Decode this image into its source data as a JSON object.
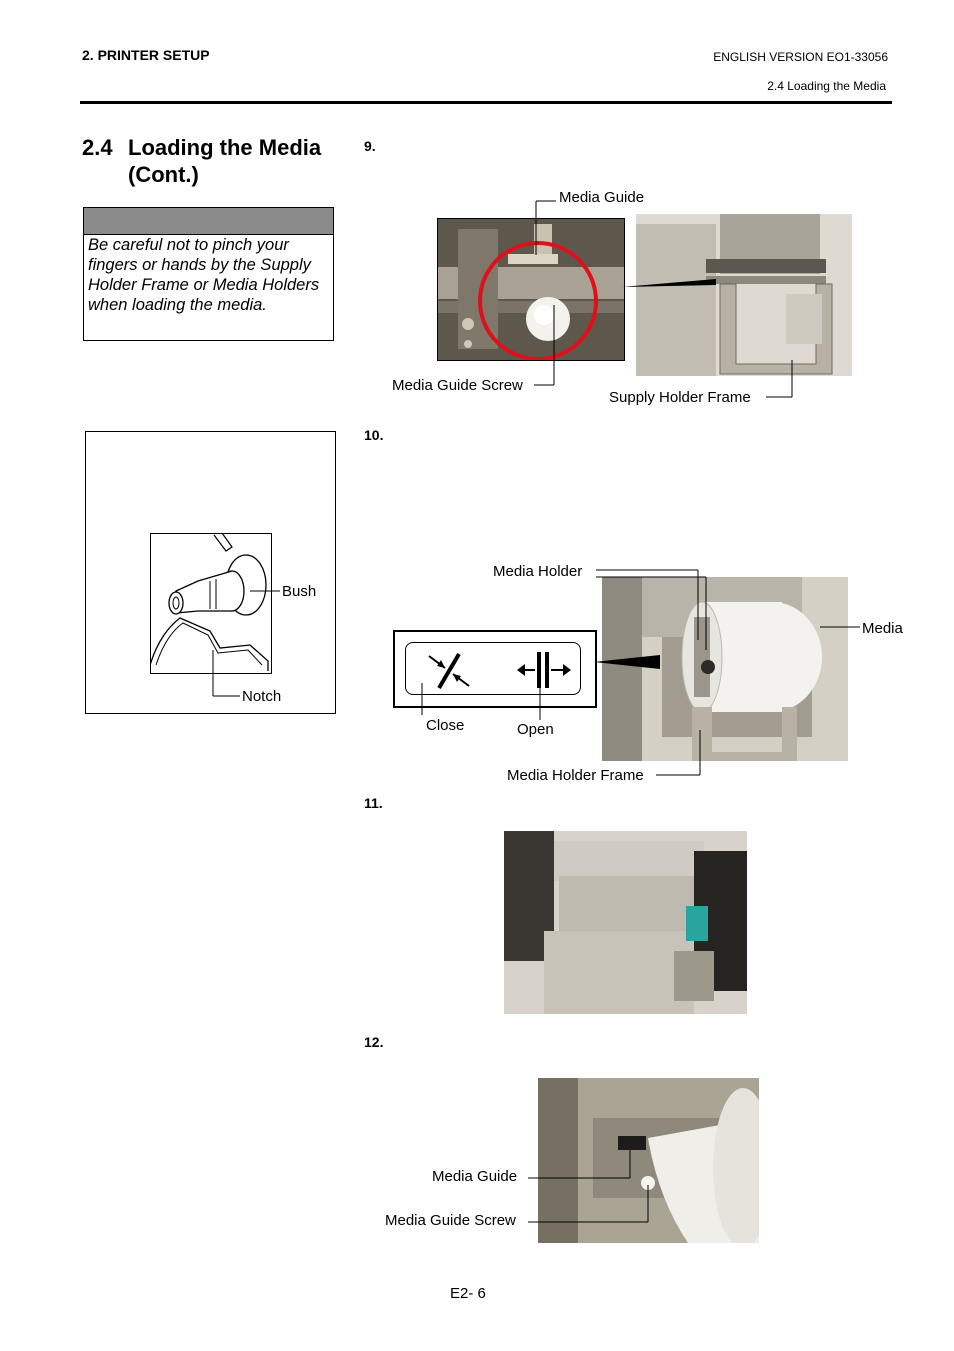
{
  "header": {
    "chapter": "2. PRINTER SETUP",
    "version": "ENGLISH VERSION EO1-33056",
    "section": "2.4 Loading the Media"
  },
  "section": {
    "number": "2.4",
    "title": "Loading the Media",
    "title_cont": "(Cont.)"
  },
  "caution": {
    "text": "Be careful not to pinch your fingers or hands by the Supply Holder Frame or Media Holders when loading the media."
  },
  "figures": {
    "bush": {
      "bush": "Bush",
      "notch": "Notch"
    },
    "step9": {
      "media_guide": "Media Guide",
      "media_guide_screw": "Media Guide Screw",
      "supply_holder_frame": "Supply Holder Frame"
    },
    "step10": {
      "media_holder": "Media Holder",
      "media": "Media",
      "close": "Close",
      "open": "Open",
      "media_holder_frame": "Media Holder Frame"
    },
    "step12": {
      "media_guide": "Media Guide",
      "media_guide_screw": "Media Guide Screw"
    }
  },
  "steps": {
    "s9": "9.",
    "s10": "10.",
    "s11": "11.",
    "s12": "12."
  },
  "footer": {
    "page": "E2- 6"
  }
}
